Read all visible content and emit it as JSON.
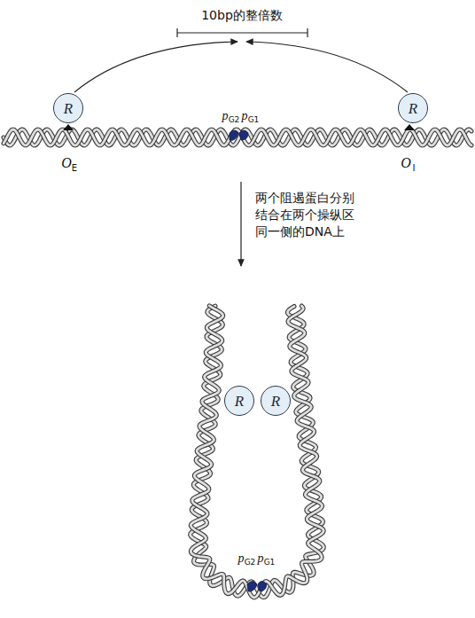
{
  "diagram": {
    "nodes": [
      {
        "text": [
          "R"
        ]
      },
      {
        "text": [
          "R"
        ]
      },
      {
        "text": [
          "R"
        ]
      },
      {
        "text": [
          "R"
        ]
      }
    ],
    "labels": [
      "10bp的整倍数",
      "O",
      "E",
      "O",
      "I",
      "p",
      "G2",
      "p",
      "G1",
      "两个阻遏蛋白分别结合在两个操纵区同一侧的DNA上",
      "p",
      "G2",
      "p",
      "G1"
    ]
  }
}
